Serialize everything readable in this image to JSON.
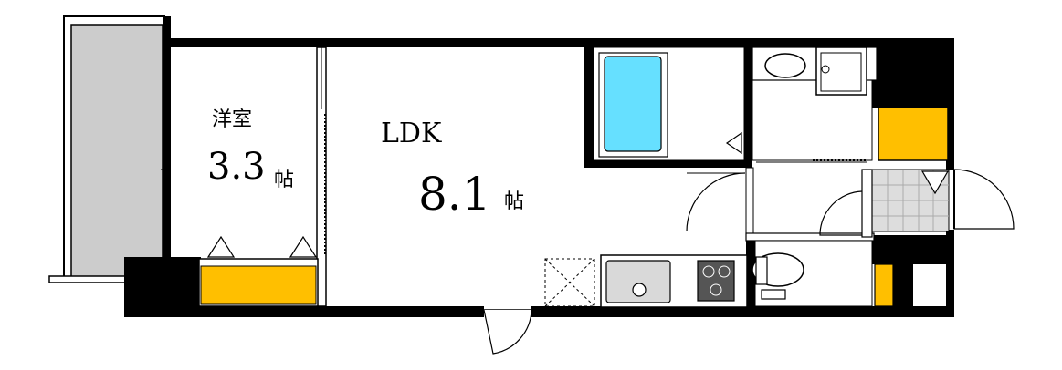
{
  "rooms": {
    "western": {
      "name": "洋室",
      "size": "3.3",
      "unit": "帖"
    },
    "ldk": {
      "name": "LDK",
      "size": "8.1",
      "unit": "帖"
    }
  },
  "colors": {
    "wall": "#000000",
    "storage": "#ffbf00",
    "bathtub": "#66e0ff",
    "balcony": "#cccccc",
    "tile": "#dddddd",
    "floor": "#ffffff",
    "fixture_line": "#000000"
  }
}
